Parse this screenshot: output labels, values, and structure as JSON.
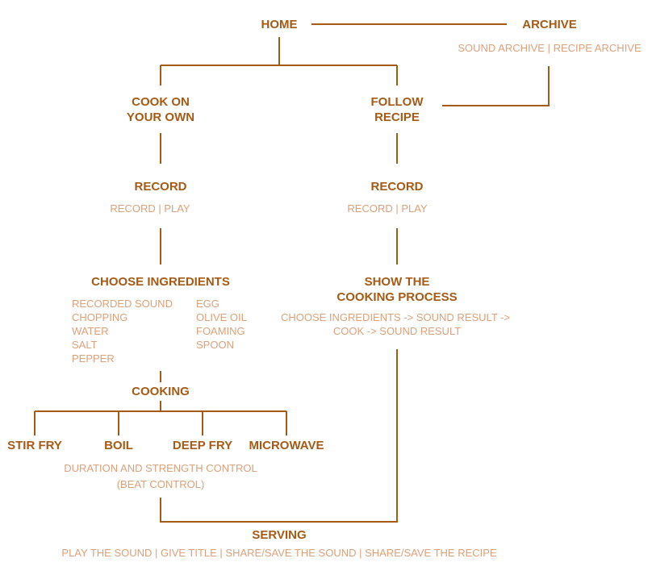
{
  "colors": {
    "node": "#a55a15",
    "sub": "#dca17a",
    "line": "#a55a15"
  },
  "home": {
    "label": "HOME"
  },
  "archive": {
    "label": "ARCHIVE",
    "sub": "SOUND ARCHIVE  |  RECIPE ARCHIVE"
  },
  "cook_own": {
    "label_line1": "COOK ON",
    "label_line2": "YOUR OWN",
    "record": {
      "label": "RECORD",
      "sub": "RECORD  |  PLAY"
    },
    "choose": {
      "label": "CHOOSE INGREDIENTS",
      "col1": [
        "RECORDED SOUND",
        "CHOPPING",
        "WATER",
        "SALT",
        "PEPPER"
      ],
      "col2": [
        "EGG",
        "OLIVE OIL",
        "FOAMING",
        "SPOON"
      ]
    },
    "cooking": {
      "label": "COOKING",
      "methods": [
        "STIR FRY",
        "BOIL",
        "DEEP FRY",
        "MICROWAVE"
      ],
      "sub_line1": "DURATION AND STRENGTH CONTROL",
      "sub_line2": "(BEAT CONTROL)"
    }
  },
  "follow": {
    "label_line1": "FOLLOW",
    "label_line2": "RECIPE",
    "record": {
      "label": "RECORD",
      "sub": "RECORD  |  PLAY"
    },
    "show": {
      "label_line1": "SHOW THE",
      "label_line2": "COOKING PROCESS",
      "sub_line1": "CHOOSE INGREDIENTS -> SOUND RESULT ->",
      "sub_line2": "COOK -> SOUND RESULT"
    }
  },
  "serving": {
    "label": "SERVING",
    "sub": "PLAY THE SOUND  |  GIVE TITLE  |  SHARE/SAVE THE SOUND  |  SHARE/SAVE THE RECIPE"
  }
}
